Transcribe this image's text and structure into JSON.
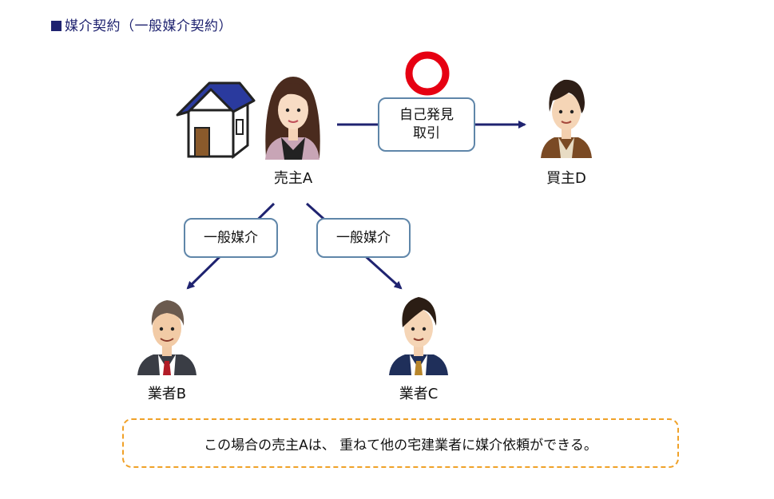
{
  "header": {
    "title": "媒介契約（一般媒介契約）"
  },
  "nodes": {
    "seller": "売主A",
    "buyer": "買主D",
    "agent_b": "業者B",
    "agent_c": "業者C"
  },
  "edges": {
    "self_transaction": [
      "自己発見",
      "取引"
    ],
    "general_brokerage_left": "一般媒介",
    "general_brokerage_right": "一般媒介"
  },
  "note": "この場合の売主Aは、 重ねて他の宅建業者に媒介依頼ができる。",
  "colors": {
    "arrow": "#1f2370",
    "box_border": "#5f86a9",
    "note_border": "#f0a128",
    "circle_mark": "#e60012",
    "roof": "#2a3a9e"
  },
  "icons": [
    "house-icon",
    "circle-mark-icon",
    "seller-woman-icon",
    "buyer-man-icon",
    "agent-b-man-icon",
    "agent-c-man-icon"
  ]
}
